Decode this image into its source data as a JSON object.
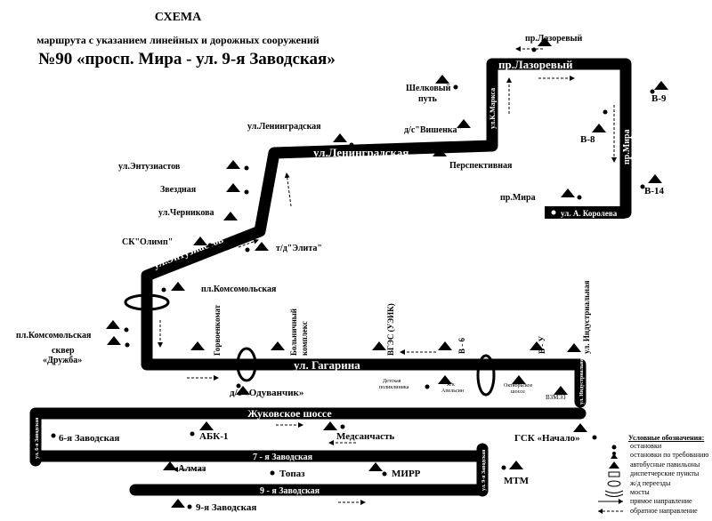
{
  "header": {
    "title": "СХЕМА",
    "subtitle": "маршрута с указанием линейных и дорожных сооружений",
    "route": "№90 «просп. Мира - ул. 9-я Заводская»"
  },
  "streets": {
    "lazorevy": "пр.Лазоревый",
    "marks": "ул.К.Маркса",
    "mira": "пр.Мира",
    "leningradskaya": "ул.Ленинградская",
    "entuziastov": "ул.Энтузиастов",
    "gagarina": "ул. Гагарина",
    "zhukovskoe": "Жуковское шоссе",
    "zavodskaya7": "7 - я Заводская",
    "zavodskaya9": "9 - я Заводская",
    "koroleva": "ул. А. Королева",
    "zavodskaya6_vertical": "ул. 6-я Заводская",
    "zavodskaya_vertical_right": "ул. 9-я Заводская",
    "industrialnaya_vertical": "ул. Индустриальная"
  },
  "stops": {
    "lazorevy_top": "пр.Лазоревый",
    "shelkovy": "Шелковый путь",
    "vishenka": "д/с\"Вишенка\"",
    "perspektivnaya": "Перспективная",
    "leningradskaya_stop": "ул.Ленинградская",
    "entuziastov_stop": "ул.Энтузиастов",
    "zvezdnaya": "Звездная",
    "chernikova": "ул.Черникова",
    "sk_olimp": "СК\"Олимп\"",
    "elita": "т/д\"Элита\"",
    "komsomolskaya": "пл.Комсомольская",
    "komsomolskaya_left": "пл.Комсомольская",
    "skver_druzhba": "сквер «Дружба»",
    "v9": "В-9",
    "v8": "В-8",
    "v14": "В-14",
    "mira_stop": "пр.Мира",
    "gorvoenkomat": "Горвоенкомат",
    "bolnichny": "Больничный комплекс",
    "vges": "ВГЭС (УЭИК)",
    "b6": "В - 6",
    "vu": "В - У",
    "industrialnaya": "ул. Индустриальная",
    "oduvanchik": "д/с «Одуванчик»",
    "detskaya": "Детская поликлиника",
    "apelsin": "ж/к Апельсин",
    "oktyabrskoe": "Октябрьское шоссе",
    "vzmez": "ВЗМЭЗ",
    "zavodskaya6": "6-я Заводская",
    "abk": "АБК-1",
    "medsanchast": "Медсанчасть",
    "gsk_nachalo": "ГСК «Начало»",
    "almaz": "Алмаз",
    "topaz": "Топаз",
    "mirr": "МИРР",
    "mtm": "МТМ",
    "zavodskaya9_stop": "9-я Заводская"
  },
  "legend": {
    "title": "Условные обозначения:",
    "items": [
      "остановки",
      "остановки по требованию",
      "автобусные павильоны",
      "диспетчерские пункты",
      "ж/д переезды",
      "мосты",
      "прямое направление",
      "обратное направление"
    ]
  },
  "colors": {
    "road": "#000000",
    "road_text": "#ffffff",
    "ink": "#000000",
    "background": "#ffffff"
  }
}
